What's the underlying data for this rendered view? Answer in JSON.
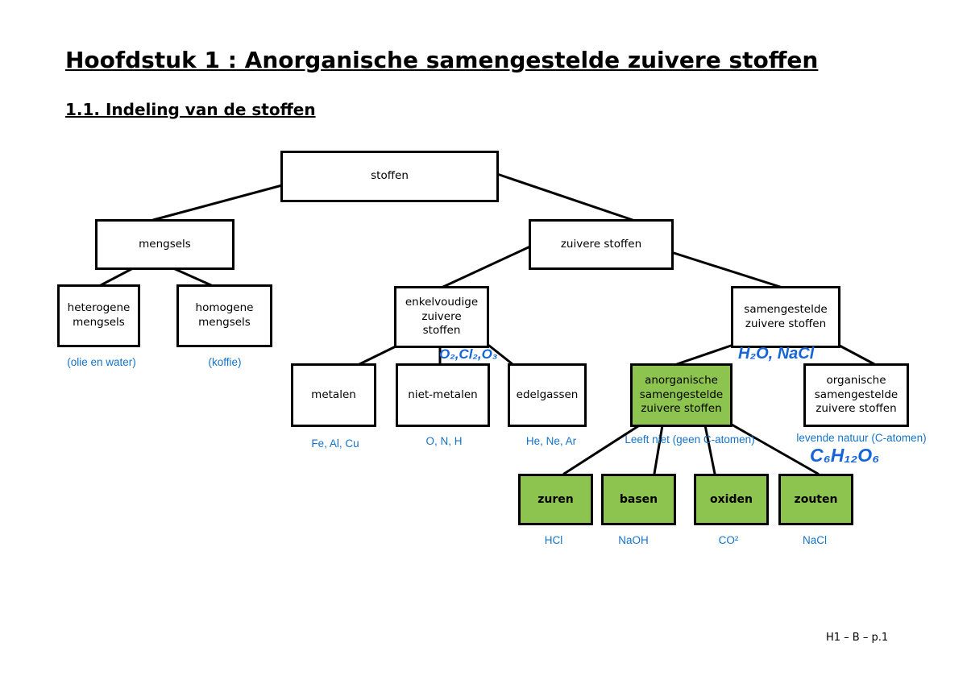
{
  "heading": {
    "title": "Hoofdstuk 1 : Anorganische samengestelde zuivere stoffen",
    "section": "1.1. Indeling van de stoffen"
  },
  "nodes": {
    "stoffen": "stoffen",
    "mengsels": "mengsels",
    "zuivere_stoffen": "zuivere stoffen",
    "heterogene": "heterogene mengsels",
    "homogene": "homogene mengsels",
    "enkelvoudige": "enkelvoudige zuivere stoffen",
    "samengestelde": "samengestelde zuivere stoffen",
    "metalen": "metalen",
    "niet_metalen": "niet-metalen",
    "edelgassen": "edelgassen",
    "anorganische": "anorganische samengestelde zuivere stoffen",
    "organische": "organische samengestelde zuivere stoffen",
    "zuren": "zuren",
    "basen": "basen",
    "oxiden": "oxiden",
    "zouten": "zouten"
  },
  "examples": {
    "heterogene": "(olie en water)",
    "homogene": "(koffie)",
    "metalen": "Fe, Al, Cu",
    "niet_metalen": "O, N, H",
    "edelgassen": "He, Ne, Ar",
    "anorganische": "Leeft niet (geen C-atomen)",
    "organische": "levende natuur (C-atomen)",
    "zuren": "HCl",
    "basen": "NaOH",
    "oxiden": "CO²",
    "zouten": "NaCl"
  },
  "handwritten": {
    "enkelvoudige": "O₂,Cl₂,O₃",
    "samengestelde": "H₂O, NaCl",
    "organische": "C₆H₁₂O₆"
  },
  "colors": {
    "green_fill": "#8dc44f",
    "example_blue": "#1473c7",
    "handwriting_blue": "#1565d8"
  },
  "footer": {
    "page": "H1 – B – p.1"
  }
}
